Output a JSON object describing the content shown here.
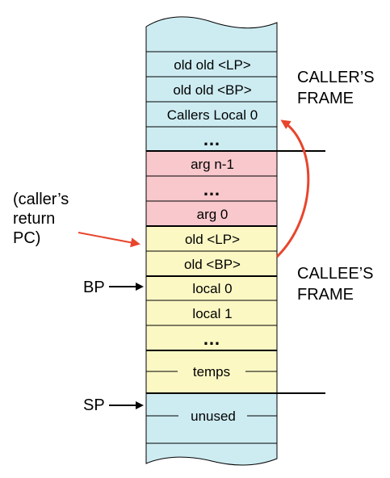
{
  "colors": {
    "caller_frame": "#cdecf2",
    "args": "#f8c8cc",
    "callee_frame": "#fbf8c4",
    "unused": "#cdecf2",
    "return_arrow": "#e8452c",
    "outline": "#000000"
  },
  "stack": {
    "cells": [
      {
        "text": "old old <LP>"
      },
      {
        "text": "old old <BP>"
      },
      {
        "text": "Callers Local 0"
      },
      {
        "text": "…"
      },
      {
        "text": "arg n-1"
      },
      {
        "text": "…"
      },
      {
        "text": "arg 0"
      },
      {
        "text": "old <LP>"
      },
      {
        "text": "old <BP>"
      },
      {
        "text": "local 0"
      },
      {
        "text": "local 1"
      },
      {
        "text": "…"
      },
      {
        "text": "temps"
      },
      {
        "text": "unused"
      }
    ]
  },
  "labels": {
    "callers_frame_line1": "CALLER’S",
    "callers_frame_line2": "FRAME",
    "callees_frame_line1": "CALLEE’S",
    "callees_frame_line2": "FRAME",
    "return_pc_line1": "(caller’s",
    "return_pc_line2": "return",
    "return_pc_line3": "PC)",
    "bp": "BP",
    "sp": "SP"
  }
}
